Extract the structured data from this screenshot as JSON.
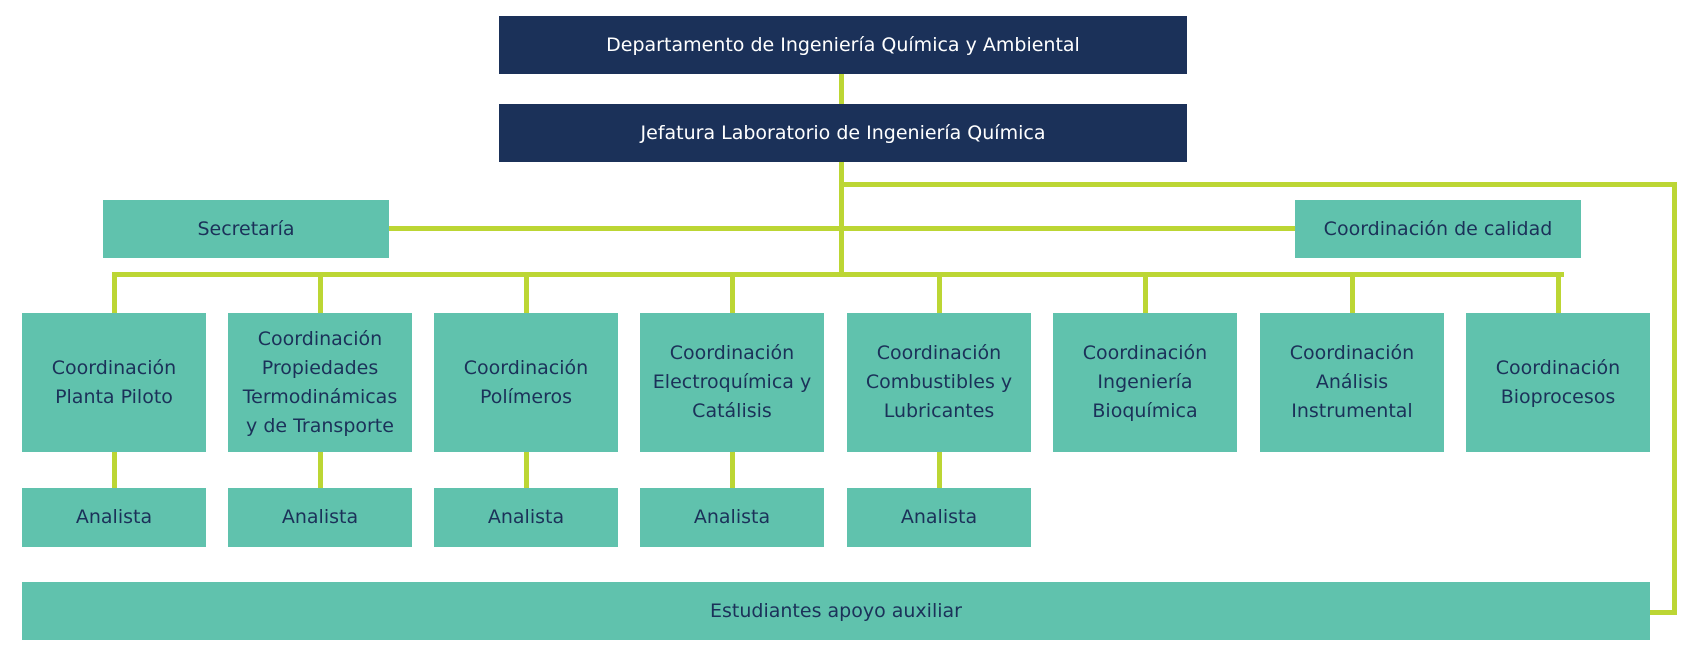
{
  "colors": {
    "navy": "#1b3159",
    "teal": "#60c2ad",
    "connector": "#bcd634"
  },
  "org": {
    "department": "Departamento de Ingeniería Química y Ambiental",
    "head": "Jefatura Laboratorio de Ingeniería Química",
    "secretary": "Secretaría",
    "quality": "Coordinación de calidad",
    "coordinations": [
      "Coordinación\nPlanta Piloto",
      "Coordinación\nPropiedades\nTermodinámicas\ny de Transporte",
      "Coordinación\nPolímeros",
      "Coordinación\nElectroquímica y\nCatálisis",
      "Coordinación\nCombustibles y\nLubricantes",
      "Coordinación\nIngeniería\nBioquímica",
      "Coordinación\nAnálisis\nInstrumental",
      "Coordinación\nBioprocesos"
    ],
    "analysts": [
      "Analista",
      "Analista",
      "Analista",
      "Analista",
      "Analista"
    ],
    "students": "Estudiantes apoyo auxiliar"
  }
}
